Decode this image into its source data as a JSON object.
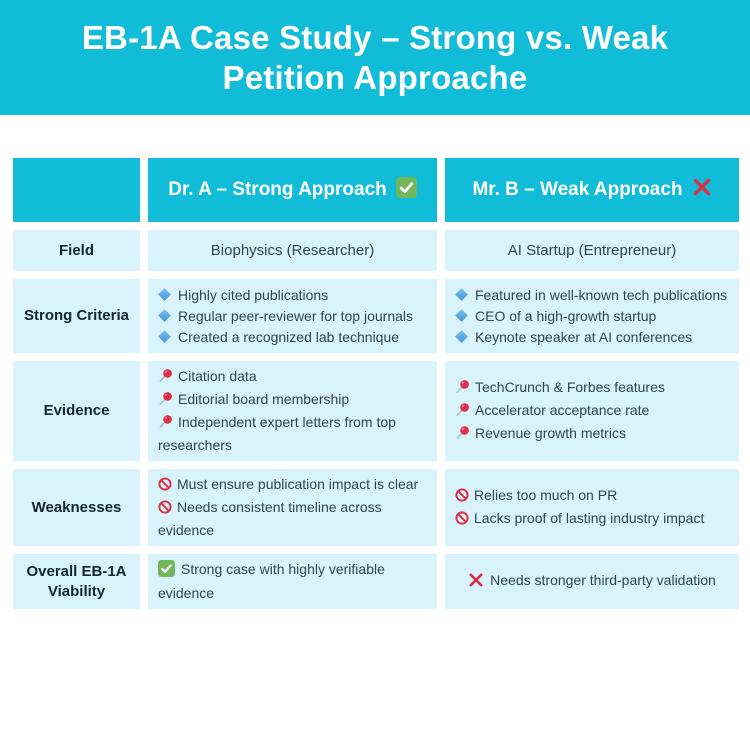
{
  "banner": {
    "title_lines": [
      "EB-1A Case Study – Strong vs. Weak",
      "Petition Approache"
    ]
  },
  "colors": {
    "accent_cyan": "#11bcd8",
    "cell_light_cyan": "#d8f3fb",
    "check_green": "#72b65a",
    "error_red": "#d9304a",
    "bullet_blue": "#4f9fe0",
    "text_dark": "#32434f"
  },
  "table": {
    "header": {
      "strong": {
        "label": "Dr. A – Strong Approach",
        "icon": "check-icon"
      },
      "weak": {
        "label": "Mr. B – Weak Approach",
        "icon": "cross-icon"
      }
    },
    "rows": [
      {
        "label": "Field",
        "strong_text": "Biophysics (Researcher)",
        "weak_text": "AI Startup (Entrepreneur)"
      },
      {
        "label": "Strong Criteria",
        "bullet_icon": "diamond-bullet-icon",
        "strong_items": [
          "Highly cited publications",
          "Regular peer-reviewer for top journals",
          "Created a recognized lab technique"
        ],
        "weak_items": [
          "Featured in well-known tech publications",
          "CEO of a high-growth startup",
          "Keynote speaker at AI conferences"
        ]
      },
      {
        "label": "Evidence",
        "bullet_icon": "pushpin-icon",
        "strong_items": [
          "Citation data",
          "Editorial board membership",
          "Independent expert letters from top researchers"
        ],
        "weak_items": [
          "TechCrunch & Forbes features",
          "Accelerator acceptance rate",
          "Revenue growth metrics"
        ]
      },
      {
        "label": "Weaknesses",
        "bullet_icon": "prohibited-icon",
        "strong_items": [
          "Must ensure publication impact is clear",
          "Needs consistent timeline across evidence"
        ],
        "weak_items": [
          "Relies too much on PR",
          "Lacks proof of lasting industry impact"
        ]
      },
      {
        "label": "Overall EB-1A Viability",
        "strong_icon": "check-icon",
        "strong_text": "Strong case with highly verifiable evidence",
        "weak_icon": "cross-icon",
        "weak_text": "Needs stronger third-party validation"
      }
    ]
  },
  "chart_data": {
    "type": "table",
    "title": "EB-1A Case Study – Strong vs. Weak Petition Approache",
    "columns": [
      "",
      "Dr. A – Strong Approach ✅",
      "Mr. B – Weak Approach ❌"
    ],
    "rows": [
      [
        "Field",
        [
          "Biophysics (Researcher)"
        ],
        [
          "AI Startup (Entrepreneur)"
        ]
      ],
      [
        "Strong Criteria",
        [
          "Highly cited publications",
          "Regular peer-reviewer for top journals",
          "Created a recognized lab technique"
        ],
        [
          "Featured in well-known tech publications",
          "CEO of a high-growth startup",
          "Keynote speaker at AI conferences"
        ]
      ],
      [
        "Evidence",
        [
          "Citation data",
          "Editorial board membership",
          "Independent expert letters from top researchers"
        ],
        [
          "TechCrunch & Forbes features",
          "Accelerator acceptance rate",
          "Revenue growth metrics"
        ]
      ],
      [
        "Weaknesses",
        [
          "Must ensure publication impact is clear",
          "Needs consistent timeline across evidence"
        ],
        [
          "Relies too much on PR",
          "Lacks proof of lasting industry impact"
        ]
      ],
      [
        "Overall EB-1A Viability",
        [
          "✅ Strong case with highly verifiable evidence"
        ],
        [
          "❌ Needs stronger third-party validation"
        ]
      ]
    ]
  }
}
